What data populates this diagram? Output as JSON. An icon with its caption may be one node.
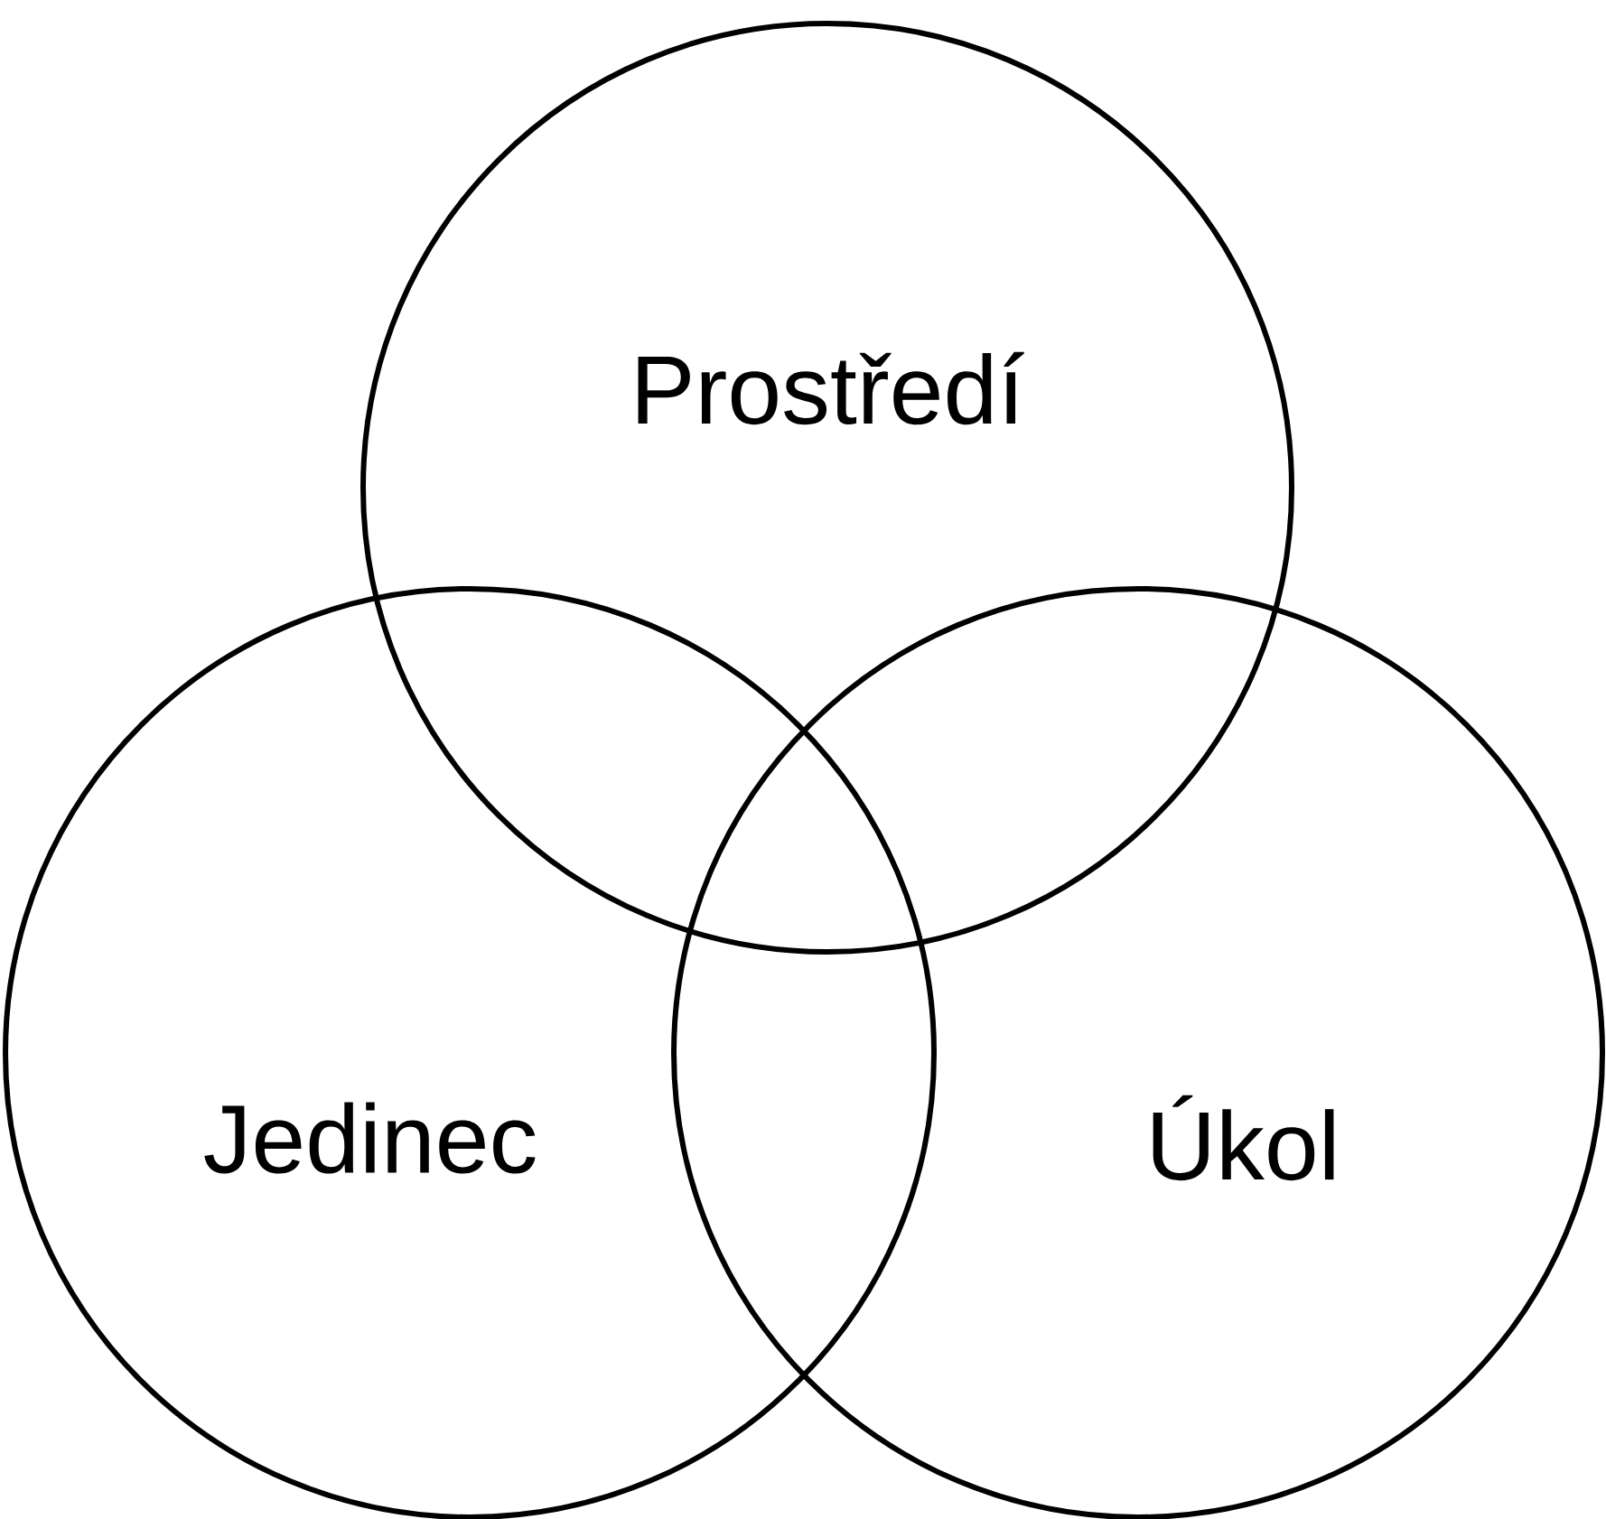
{
  "diagram": {
    "nodes": [
      {
        "text": [
          "Prostředí"
        ]
      },
      {
        "text": [
          "Jedinec"
        ]
      },
      {
        "text": [
          "Úkol"
        ]
      }
    ]
  }
}
